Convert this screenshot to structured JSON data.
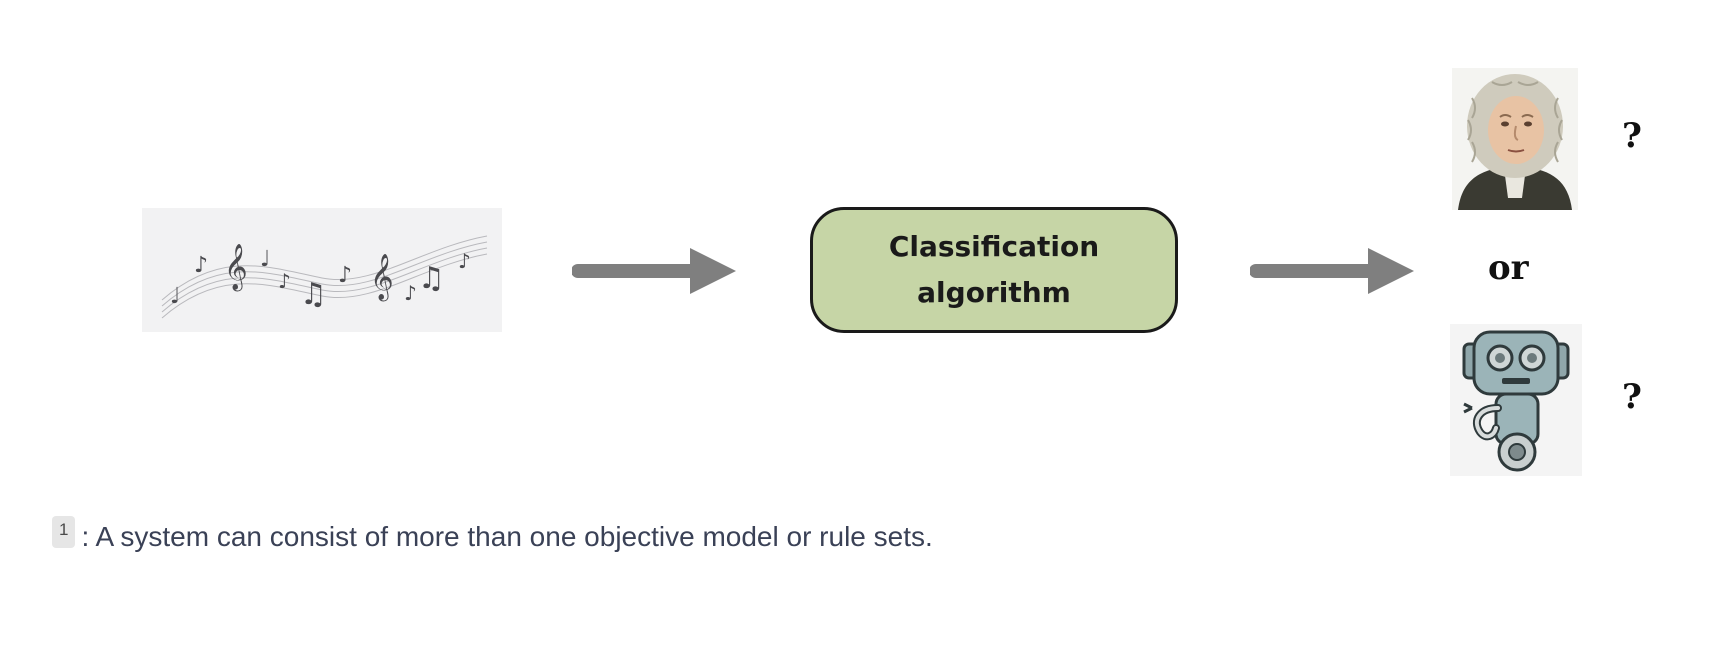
{
  "diagram": {
    "input_image": "music-notes-staff",
    "classifier_label": "Classification algorithm",
    "outputs": [
      {
        "image": "composer-portrait",
        "mark": "?"
      },
      {
        "image": "robot-illustration",
        "mark": "?"
      }
    ],
    "connector": "or",
    "colors": {
      "arrow": "#7f7f7f",
      "box_fill": "#c6d5a6",
      "box_border": "#1a1a1a"
    }
  },
  "footnote": {
    "marker": "1",
    "text": ": A system can consist of more than one objective model or rule sets."
  }
}
